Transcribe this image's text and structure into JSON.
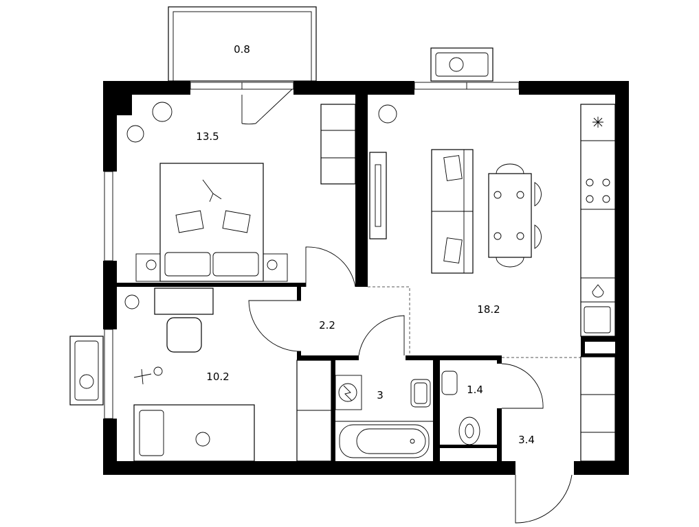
{
  "plan": {
    "rooms": [
      {
        "id": "balcony",
        "area": "0.8"
      },
      {
        "id": "bedroom",
        "area": "13.5"
      },
      {
        "id": "living-kitchen",
        "area": "18.2"
      },
      {
        "id": "corridor",
        "area": "2.2"
      },
      {
        "id": "kids-room",
        "area": "10.2"
      },
      {
        "id": "bathroom",
        "area": "3"
      },
      {
        "id": "toilet",
        "area": "1.4"
      },
      {
        "id": "hall",
        "area": "3.4"
      }
    ],
    "colors": {
      "wall": "#000000",
      "background": "#ffffff"
    }
  }
}
